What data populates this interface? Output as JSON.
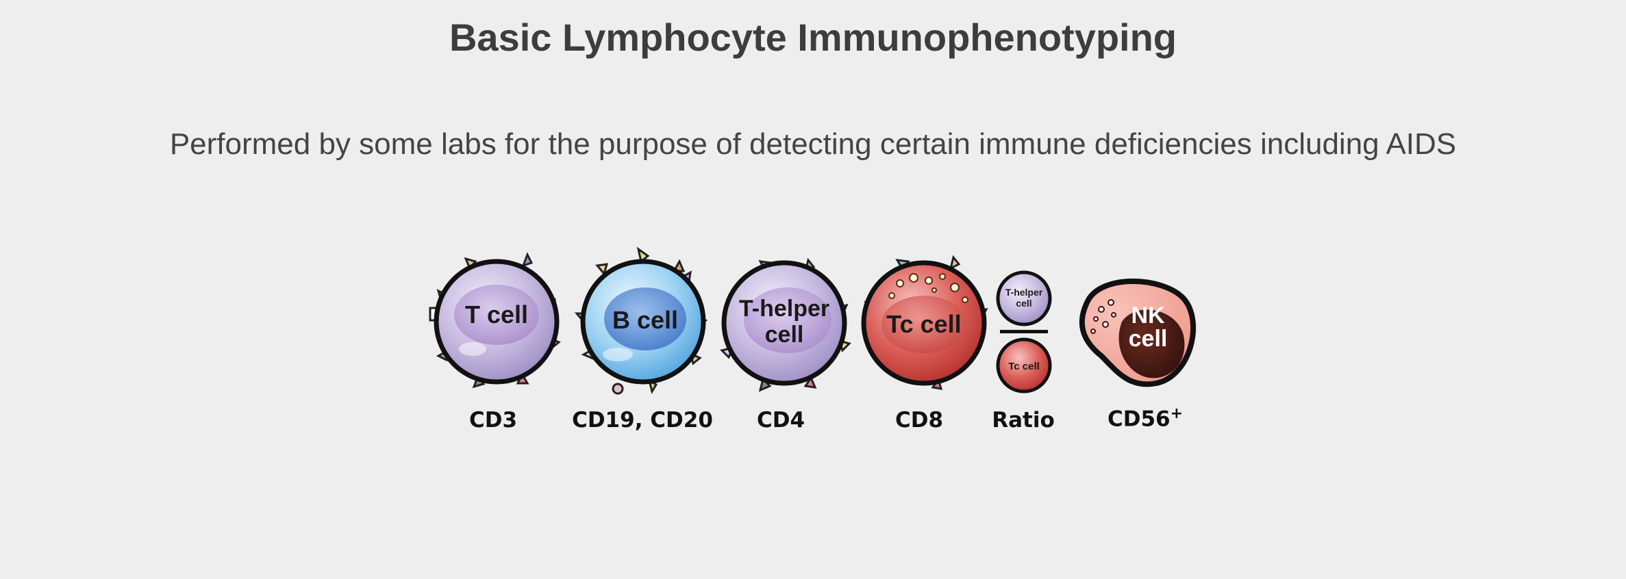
{
  "title": "Basic Lymphocyte Immunophenotyping",
  "subtitle": "Performed by some labs for the purpose of detecting certain immune deficiencies including AIDS",
  "cells": [
    {
      "name_line1": "T cell",
      "name_line2": "",
      "marker": "CD3"
    },
    {
      "name_line1": "B cell",
      "name_line2": "",
      "marker": "CD19, CD20"
    },
    {
      "name_line1": "T-helper",
      "name_line2": "cell",
      "marker": "CD4"
    },
    {
      "name_line1": "Tc cell",
      "name_line2": "",
      "marker": "CD8"
    }
  ],
  "ratio": {
    "numerator_line1": "T-helper",
    "numerator_line2": "cell",
    "denominator": "Tc cell",
    "marker": "Ratio"
  },
  "nk": {
    "name_line1": "NK",
    "name_line2": "cell",
    "marker": "CD56",
    "marker_sup": "+"
  },
  "colors": {
    "background": "#eeeeee",
    "t_cell": "#c9bde0",
    "b_cell": "#9fd0ef",
    "tc_cell": "#d9534f",
    "nk_cell": "#f3aaa0"
  }
}
